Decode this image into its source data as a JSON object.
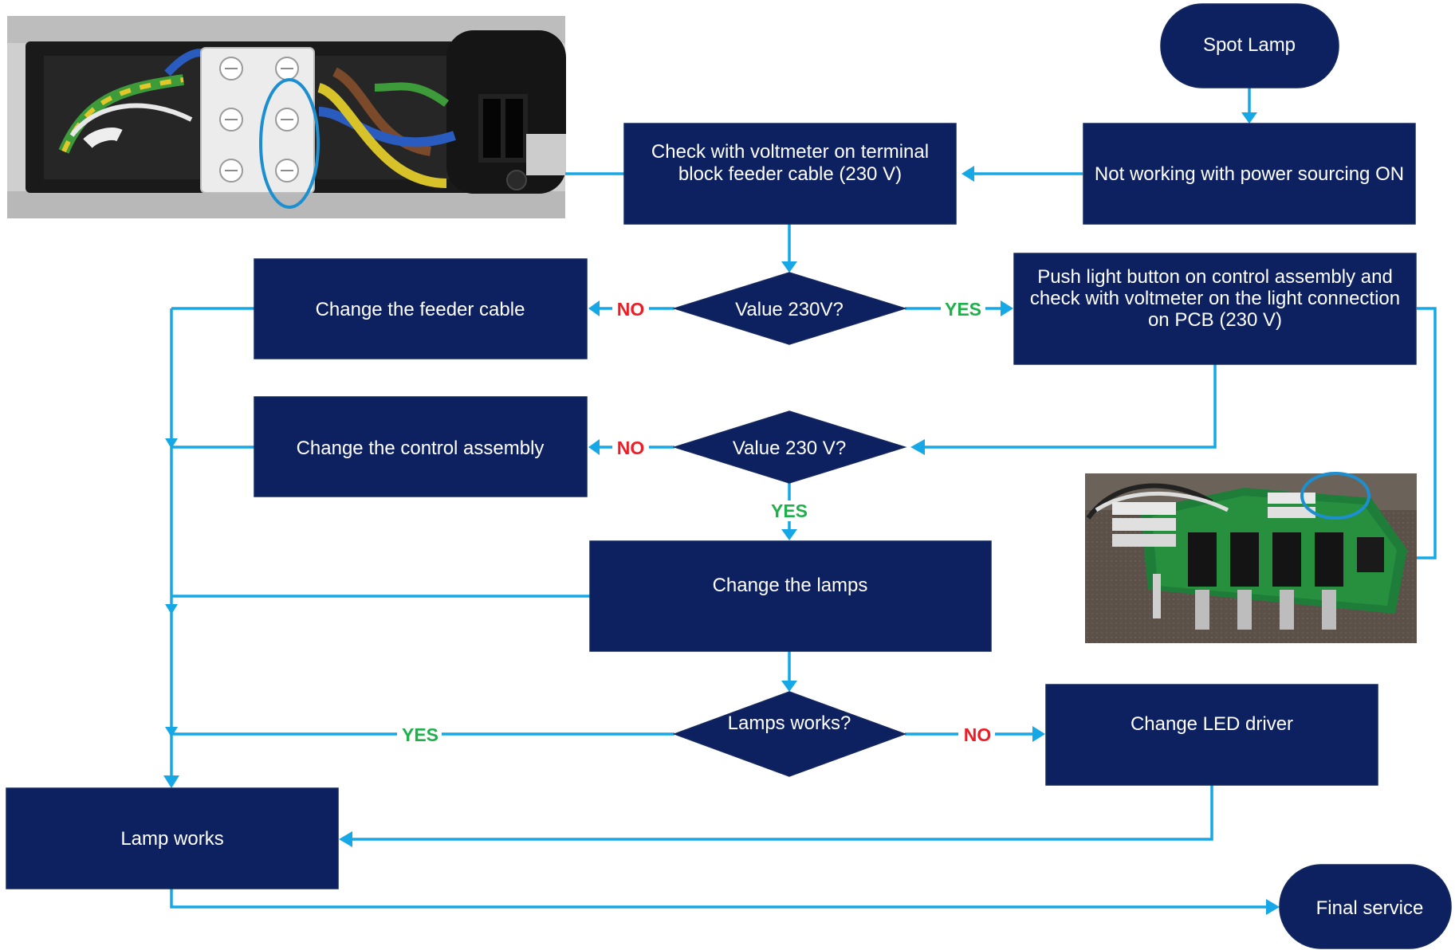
{
  "colors": {
    "node_fill": "#0d2160",
    "connector": "#16a8e6",
    "yes_label": "#1fb04b",
    "no_label": "#ee1c25",
    "highlight_circle": "#1d8fd1"
  },
  "nodes": {
    "start": "Spot Lamp",
    "not_working": "Not working with power sourcing ON",
    "check_voltmeter_line1": "Check with voltmeter on terminal",
    "check_voltmeter_line2": "block feeder cable (230 V)",
    "decision_1": "Value 230V?",
    "change_feeder": "Change the feeder cable",
    "push_button_line1": "Push light button on control assembly and",
    "push_button_line2": "check with voltmeter on the light connection",
    "push_button_line3": "on PCB (230 V)",
    "decision_2": "Value 230 V?",
    "change_control": "Change the control assembly",
    "change_lamps": "Change the lamps",
    "decision_3": "Lamps works?",
    "change_led": "Change LED driver",
    "lamp_works": "Lamp works",
    "final": "Final service"
  },
  "labels": {
    "yes": "YES",
    "no": "NO"
  },
  "photos": {
    "terminal_block": "terminal-block-photo",
    "pcb": "pcb-photo"
  }
}
